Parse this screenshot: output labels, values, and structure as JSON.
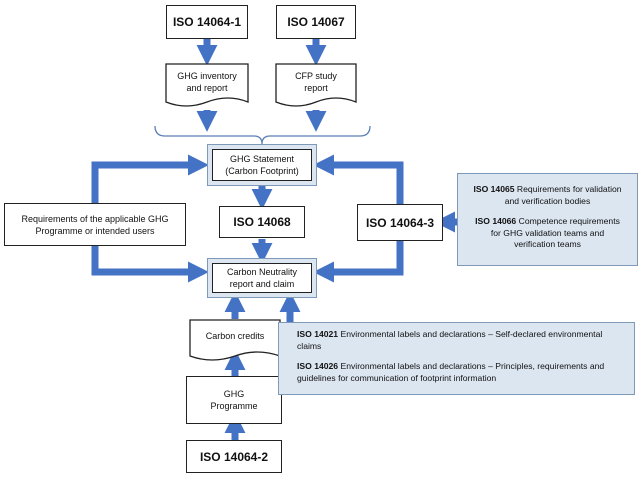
{
  "colors": {
    "arrow": "#4472c4",
    "panel": "#dce6f1",
    "panel_border": "#7f99b8"
  },
  "nodes": {
    "iso_14064_1": "ISO 14064-1",
    "iso_14067": "ISO 14067",
    "ghg_inventory": [
      "GHG inventory",
      "and report"
    ],
    "cfp_study": [
      "CFP study",
      "report"
    ],
    "ghg_statement": [
      "GHG Statement",
      "(Carbon Footprint)"
    ],
    "iso_14068": "ISO 14068",
    "carbon_neutrality": [
      "Carbon Neutrality",
      "report and claim"
    ],
    "requirements": [
      "Requirements of the applicable GHG",
      "Programme or intended users"
    ],
    "iso_14064_3": "ISO 14064-3",
    "carbon_credits": "Carbon credits",
    "ghg_programme": [
      "GHG",
      "Programme"
    ],
    "iso_14064_2": "ISO 14064-2"
  },
  "info_verification": {
    "item1_code": "ISO 14065",
    "item1_text_a": " Requirements for validation",
    "item1_text_b": "and verification bodies",
    "item2_code": "ISO 14066",
    "item2_text_a": " Competence requirements",
    "item2_text_b": "for GHG validation teams and",
    "item2_text_c": "verification teams"
  },
  "info_labels": {
    "item1_code": "ISO 14021",
    "item1_text_a": " Environmental labels and declarations – Self-declared environmental",
    "item1_text_b": "claims",
    "item2_code": "ISO 14026",
    "item2_text_a": " Environmental labels and declarations – Principles, requirements and",
    "item2_text_b": "guidelines for communication of footprint information"
  }
}
